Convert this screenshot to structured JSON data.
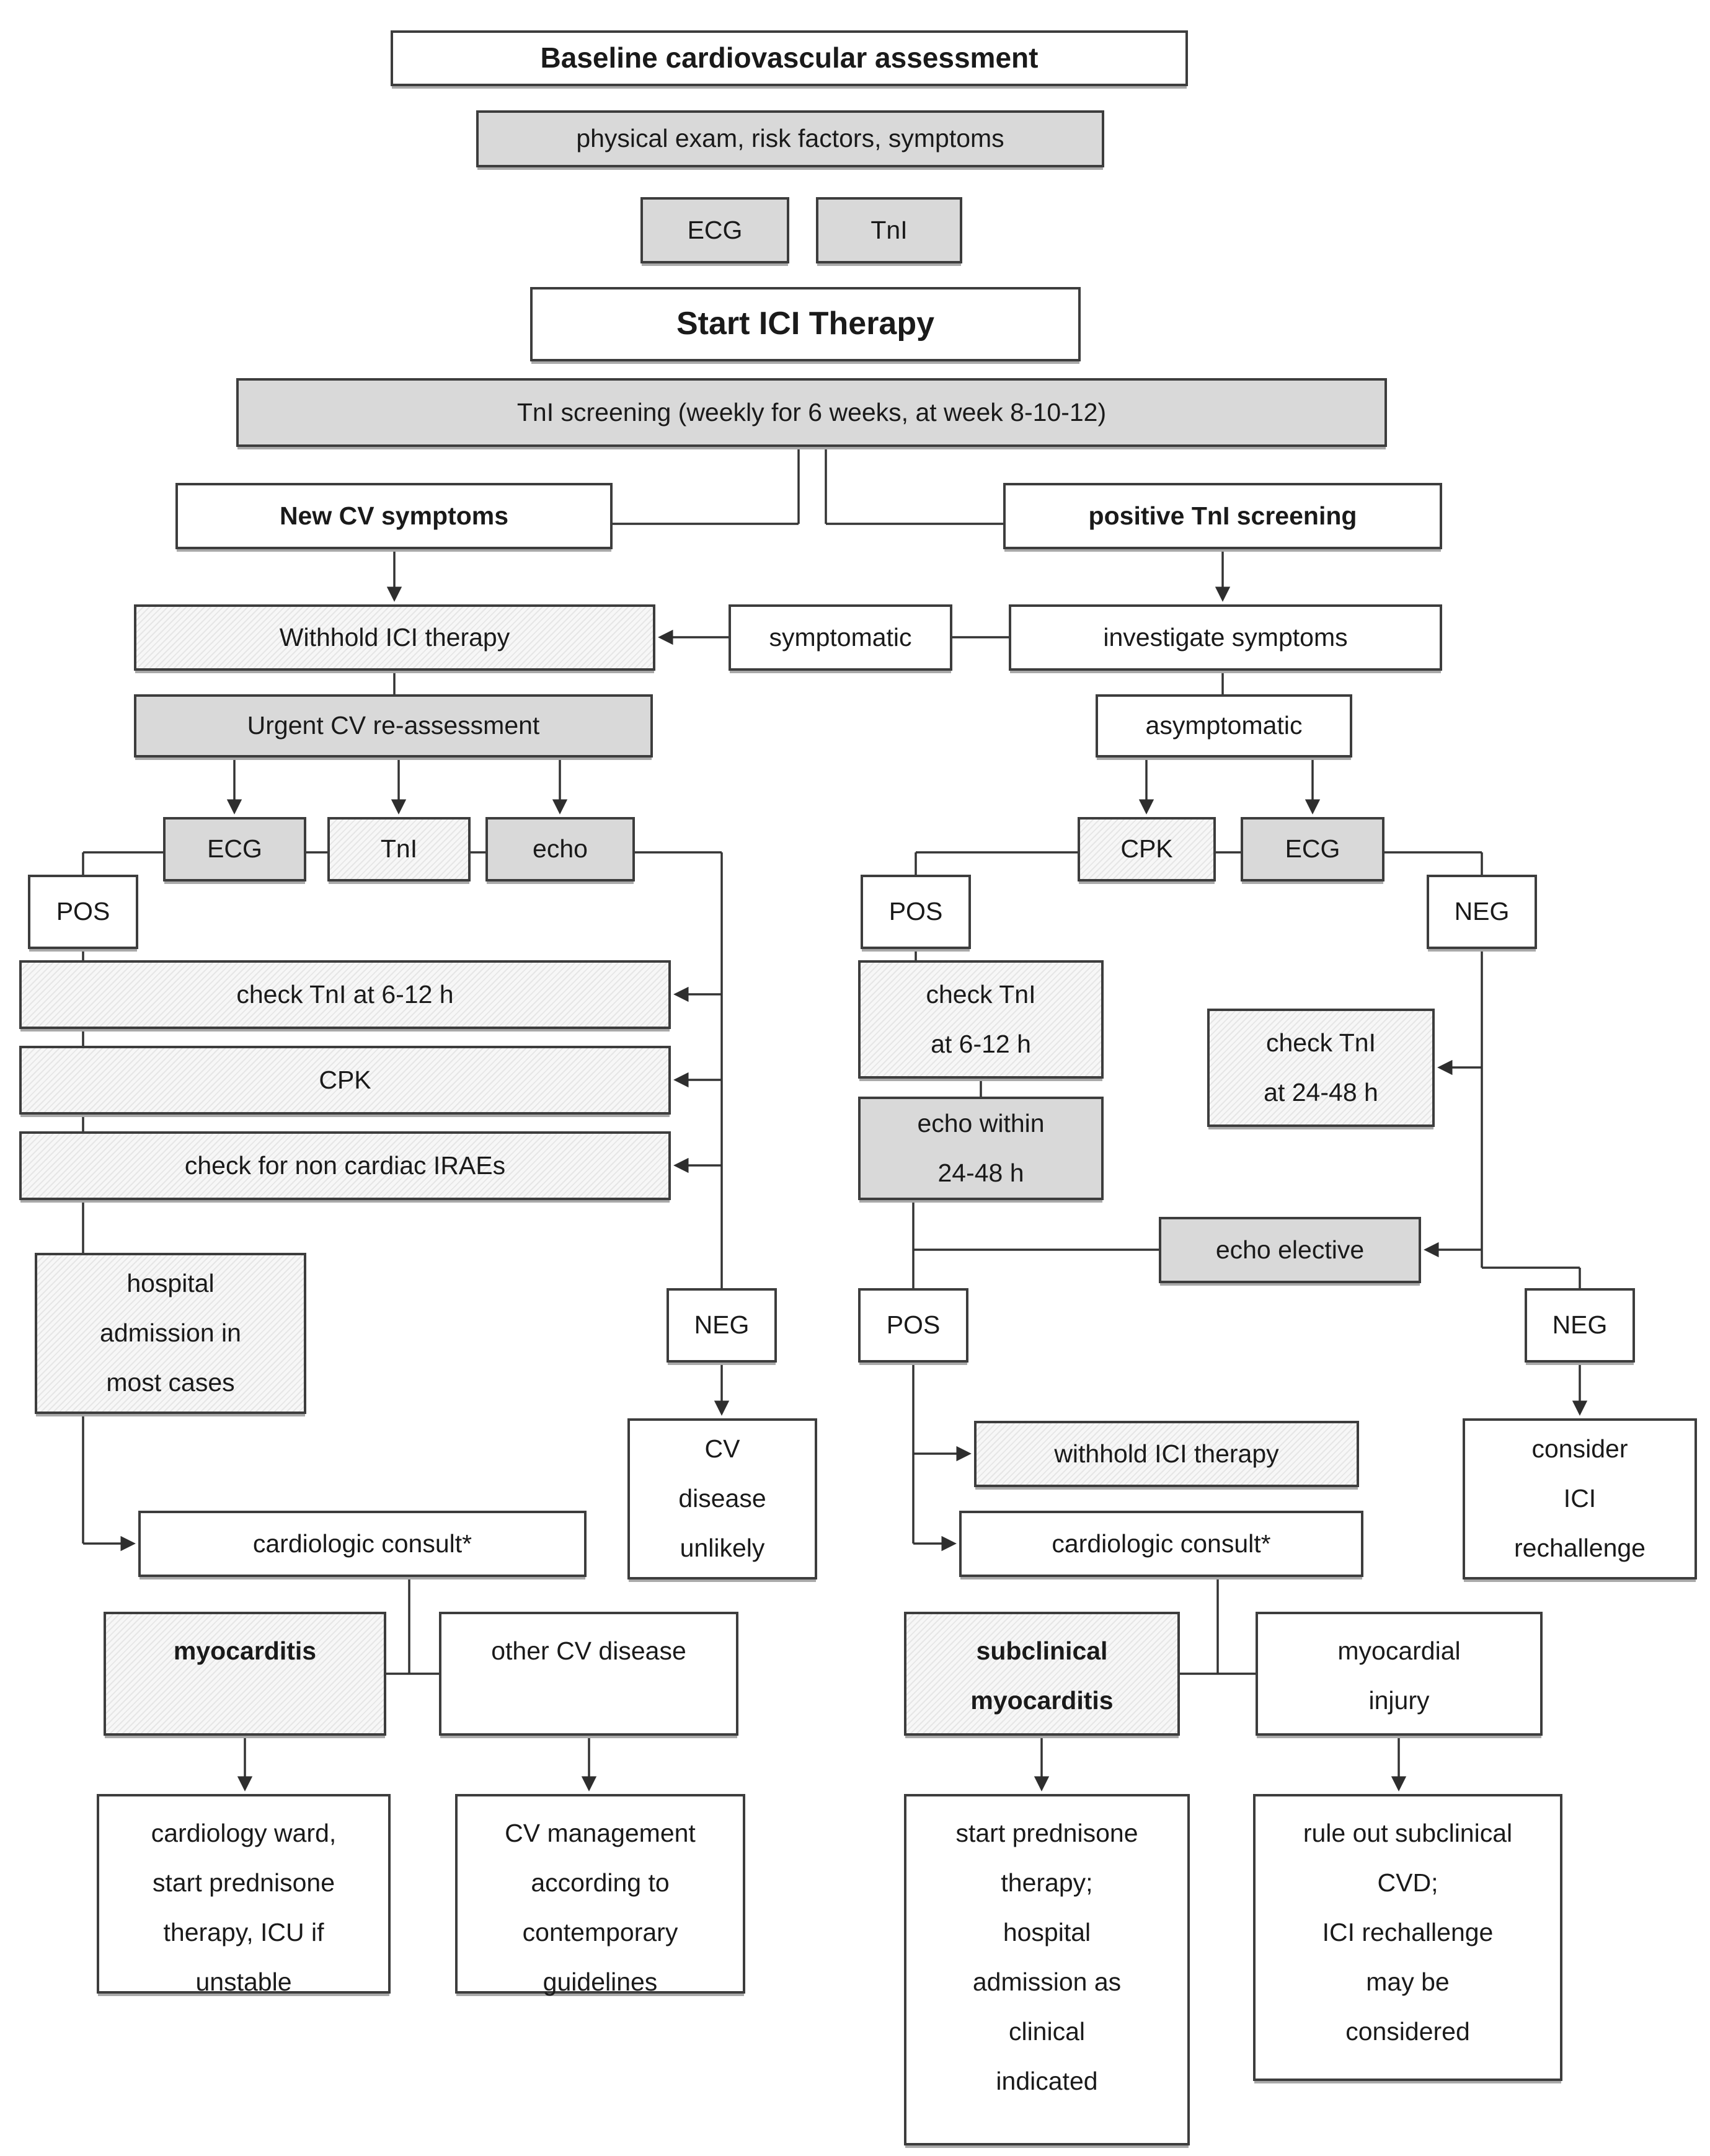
{
  "diagram": {
    "type": "flowchart",
    "nodes": {
      "baseline": "Baseline cardiovascular assessment",
      "physical": "physical exam, risk factors, symptoms",
      "ecg_top": "ECG",
      "tni_top": "TnI",
      "start_ici": "Start ICI Therapy",
      "tni_screening": "TnI screening (weekly for 6 weeks, at week 8-10-12)",
      "new_cv": "New CV symptoms",
      "pos_tni": "positive TnI screening",
      "withhold_l": "Withhold ICI therapy",
      "symptomatic": "symptomatic",
      "investigate": "investigate symptoms",
      "urgent": "Urgent CV re-assessment",
      "asymptomatic": "asymptomatic",
      "ecg_l": "ECG",
      "tni_l": "TnI",
      "echo_l": "echo",
      "cpk_r": "CPK",
      "ecg_r": "ECG",
      "pos_l": "POS",
      "pos_m": "POS",
      "neg_r1": "NEG",
      "check_tni_l": "check TnI at 6-12 h",
      "cpk_wide": "CPK",
      "check_irae": "check for non cardiac IRAEs",
      "check_tni_m": "check TnI\nat 6-12 h",
      "check_tni_2448": "check TnI\nat 24-48 h",
      "echo_within": "echo within\n24-48 h",
      "echo_elective": "echo elective",
      "hospital": "hospital\nadmission in\nmost cases",
      "neg_l": "NEG",
      "pos_low": "POS",
      "neg_r2": "NEG",
      "withhold_r": "withhold ICI therapy",
      "cv_unlikely": "CV\ndisease\nunlikely",
      "consider_ici": "consider\nICI\nrechallenge",
      "consult_l": "cardiologic consult*",
      "consult_r": "cardiologic consult*",
      "myocarditis": "myocarditis",
      "other_cv": "other CV disease",
      "subclinical": "subclinical\nmyocarditis",
      "myo_injury": "myocardial\ninjury",
      "cardio_ward": "cardiology ward,\nstart prednisone\ntherapy, ICU if\nunstable",
      "cv_mgmt": "CV management\naccording to\ncontemporary\nguidelines",
      "start_pred": "start prednisone\ntherapy;\nhospital\nadmission as\nclinical\nindicated",
      "rule_out": "rule out subclinical\nCVD;\nICI rechallenge\nmay be\nconsidered"
    },
    "colors": {
      "box_solid_gray": "#d9d9d9",
      "box_hatched": "#f7f7f7",
      "box_white": "#ffffff",
      "border": "#3d3d3d",
      "connector_line": "#333333",
      "text": "#1a1a1a"
    }
  }
}
